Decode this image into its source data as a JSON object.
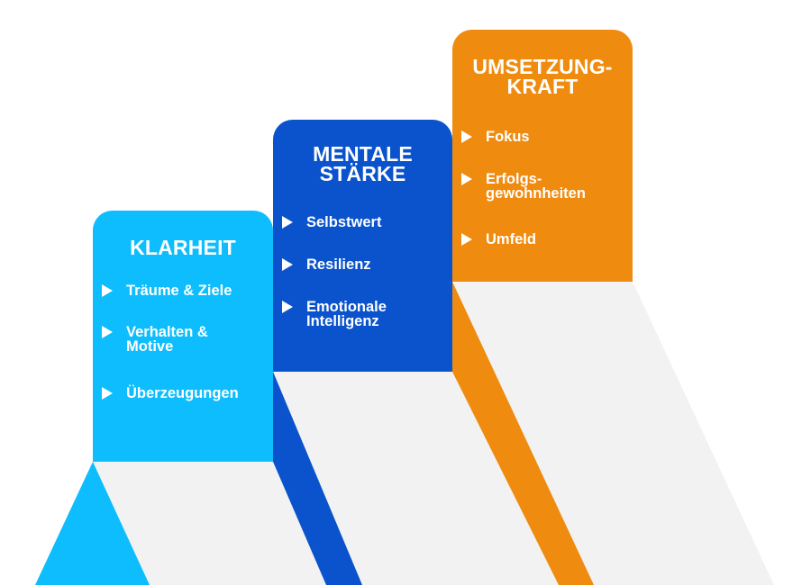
{
  "colors": {
    "klarheit": "#0dbdfd",
    "mentale_staerke": "#0a53cd",
    "umsetzungskraft": "#ef8b0f",
    "floor": "#f2f2f2",
    "background": "#ffffff",
    "text": "#ffffff"
  },
  "steps": [
    {
      "title_lines": [
        "KLARHEIT"
      ],
      "items": [
        {
          "lines": [
            "Träume & Ziele"
          ]
        },
        {
          "lines": [
            "Verhalten &",
            "Motive"
          ]
        },
        {
          "lines": [
            "Überzeugungen"
          ]
        }
      ]
    },
    {
      "title_lines": [
        "MENTALE",
        "STÄRKE"
      ],
      "items": [
        {
          "lines": [
            "Selbstwert"
          ]
        },
        {
          "lines": [
            "Resilienz"
          ]
        },
        {
          "lines": [
            "Emotionale",
            "Intelligenz"
          ]
        }
      ]
    },
    {
      "title_lines": [
        "UMSETZUNG-",
        "KRAFT"
      ],
      "items": [
        {
          "lines": [
            "Fokus"
          ]
        },
        {
          "lines": [
            "Erfolgs-",
            "gewohnheiten"
          ]
        },
        {
          "lines": [
            "Umfeld"
          ]
        }
      ]
    }
  ],
  "icons": {
    "bullet": "play-triangle-icon"
  }
}
